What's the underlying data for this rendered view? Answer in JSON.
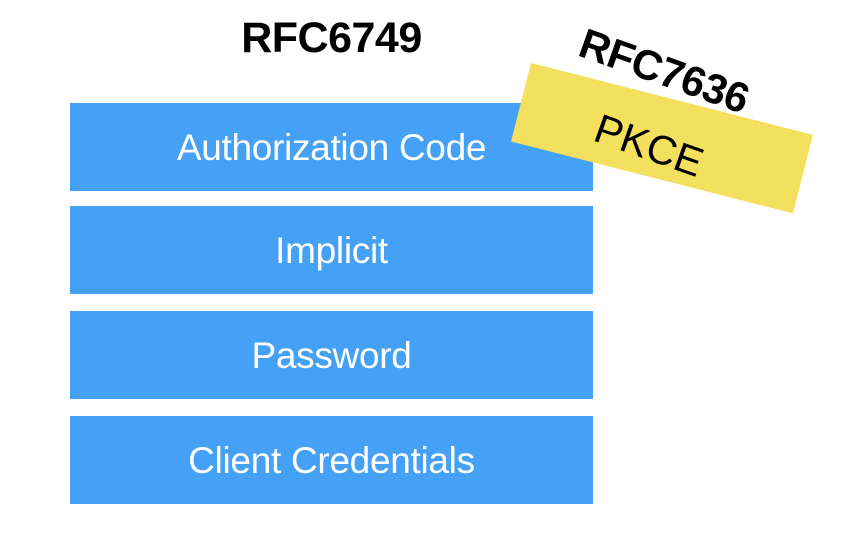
{
  "diagram": {
    "kind": "oauth-grant-types-diagram",
    "background_color": "#FFFFFF"
  },
  "spec": {
    "title": "RFC6749",
    "title_color": "#000000"
  },
  "grants": {
    "bar_color": "#45A1F6",
    "label_color": "#FFFFFF",
    "items": [
      {
        "label": "Authorization Code"
      },
      {
        "label": "Implicit"
      },
      {
        "label": "Password"
      },
      {
        "label": "Client Credentials"
      }
    ]
  },
  "sticker": {
    "spec_title": "RFC7636",
    "label": "PKCE",
    "fill_color": "#F3E05E",
    "text_color": "#000000"
  }
}
